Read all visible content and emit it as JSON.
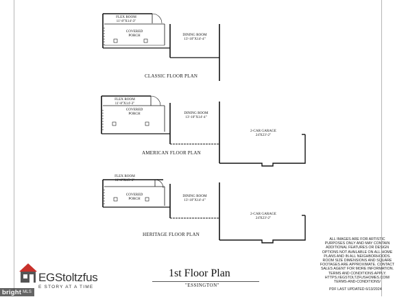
{
  "plans": [
    {
      "title": "CLASSIC FLOOR PLAN",
      "flex_room": {
        "name": "FLEX ROOM",
        "size": "11'-8\"X14'-3\""
      },
      "porch": {
        "name": "COVERED",
        "name2": "PORCH"
      },
      "dining": {
        "name": "DINING ROOM",
        "size": "13'-10\"X14'-4\""
      }
    },
    {
      "title": "AMERICAN FLOOR PLAN",
      "flex_room": {
        "name": "FLEX ROOM",
        "size": "11'-8\"X14'-3\""
      },
      "porch": {
        "name": "COVERED",
        "name2": "PORCH"
      },
      "dining": {
        "name": "DINING ROOM",
        "size": "13'-10\"X14'-4\""
      },
      "garage": {
        "name": "2-CAR GARAGE",
        "size": "24'X23'-2\""
      }
    },
    {
      "title": "HERITAGE FLOOR PLAN",
      "flex_room": {
        "name": "FLEX ROOM",
        "size": "11'-8\"X15'-3\""
      },
      "porch": {
        "name": "COVERED",
        "name2": "PORCH"
      },
      "dining": {
        "name": "DINING ROOM",
        "size": "13'-10\"X14'-4\""
      },
      "garage": {
        "name": "2-CAR GARAGE",
        "size": "24'X23'-2\""
      }
    }
  ],
  "footer": {
    "main_title": "1st Floor Plan",
    "model_name": "\"ESSINGTON\"",
    "brand_name": "EGStoltzfus",
    "tagline": "E STORY AT A TIME",
    "disclaimer": "ALL IMAGES ARE FOR ARTISTIC PURPOSES ONLY AND MAY CONTAIN ADDITIONAL FEATURES OR DESIGN OPTIONS NOT AVAILABLE ON ALL HOME PLANS AND IN ALL NEIGHBORHOODS. ROOM SIZE DIMENSIONS AND SQUARE FOOTAGES ARE APPROXIMATE. CONTACT SALES AGENT FOR MORE INFORMATION. TERMS AND CONDITIONS APPLY. HTTPS://EGSTOLTZFUSHOMES.COM/ TERMS-AND-CONDITIONS/",
    "updated": "PDF LAST UPDATED 6/13/2024"
  },
  "watermark": {
    "text": "bright",
    "suffix": "MLS"
  },
  "colors": {
    "ink": "#111111",
    "frame": "#b5b5b5",
    "logo_red": "#c8312b",
    "logo_gray": "#555555"
  }
}
